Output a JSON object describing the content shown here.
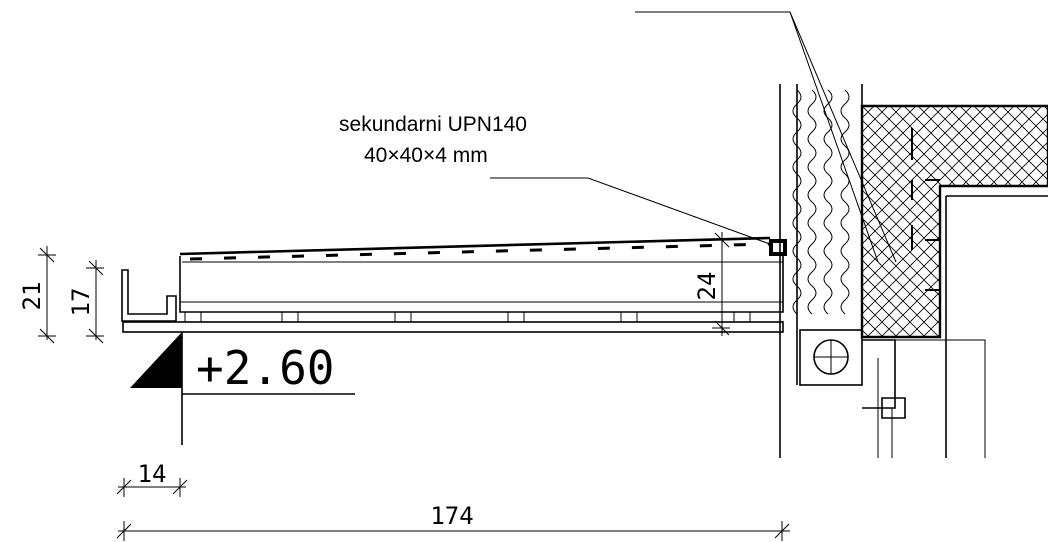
{
  "annotations": {
    "secondary_line1": "sekundarni UPN140",
    "secondary_line2": "40×40×4 mm"
  },
  "level": {
    "value": "+2.60"
  },
  "dimensions": {
    "d21": "21",
    "d17": "17",
    "d24": "24",
    "d14": "14",
    "d174": "174"
  }
}
